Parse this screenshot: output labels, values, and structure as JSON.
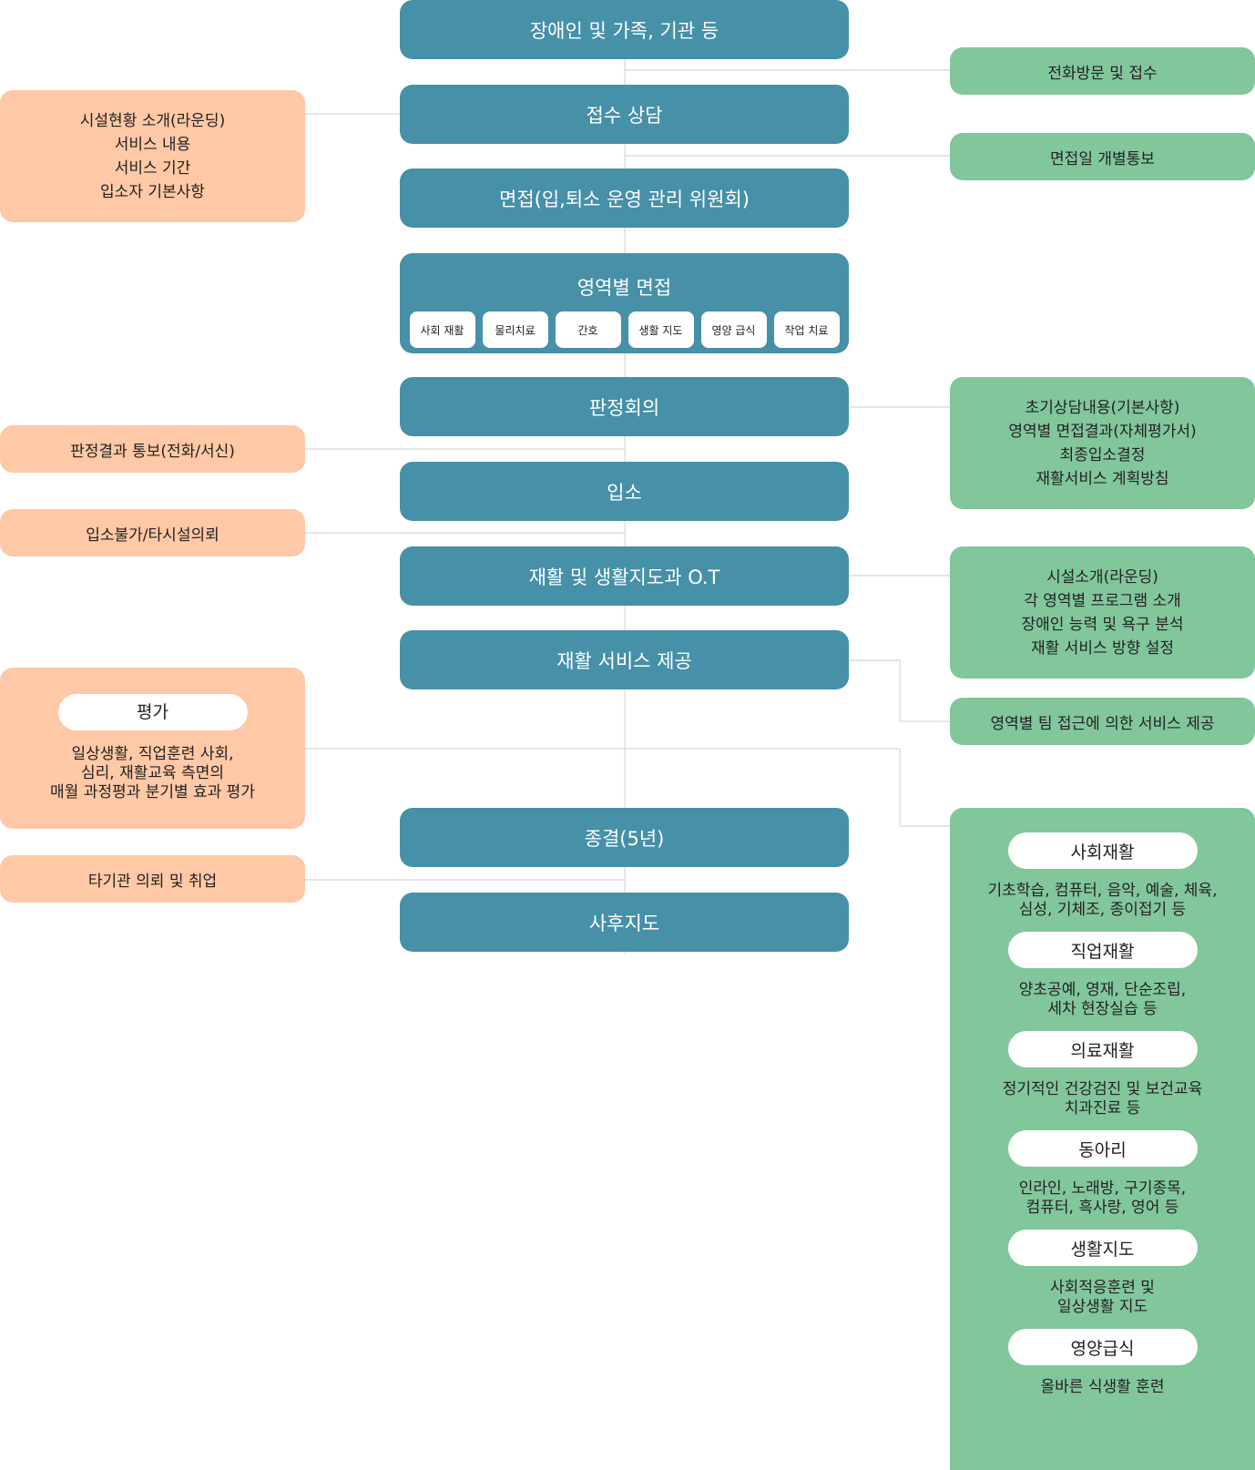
{
  "main_flow": [
    "장애인 및 가족, 기관 등",
    "접수 상담",
    "면접(입,퇴소 운영 관리 위원회)",
    "판정회의",
    "입소",
    "재활 및 생활지도과 O.T",
    "재활 서비스 제공",
    "종결(5년)",
    "사후지도"
  ],
  "domain_interview": {
    "title": "영역별 면접",
    "items": [
      "사회 재활",
      "물리치료",
      "간호",
      "생활 지도",
      "영양 급식",
      "작업 치료"
    ]
  },
  "left_notes": {
    "intake_info": [
      "시설현황 소개(라운딩)",
      "서비스 내용",
      "서비스 기간",
      "입소자 기본사항"
    ],
    "result_notice": "판정결과 통보(전화/서신)",
    "rejection": "입소불가/타시설의뢰",
    "evaluation": {
      "title": "평가",
      "lines": [
        "일상생활, 직업훈련 사회,",
        "심리, 재활교육 측면의",
        "매월 과정평과 분기별 효과 평가"
      ]
    },
    "referral": "타기관 의뢰 및 취업"
  },
  "right_notes": {
    "phone_visit": "전화방문 및 접수",
    "interview_notice": "면접일 개별통보",
    "decision_docs": [
      "초기상담내용(기본사항)",
      "영역별 면접결과(자체평가서)",
      "최종입소결정",
      "재활서비스 계획방침"
    ],
    "orientation": [
      "시설소개(라운딩)",
      "각 영역별 프로그램 소개",
      "장애인 능력 및 욕구 분석",
      "재활 서비스 방향 설정"
    ],
    "team_service": "영역별 팀 접근에 의한 서비스 제공",
    "services": [
      {
        "title": "사회재활",
        "lines": [
          "기초학습, 컴퓨터, 음악, 예술, 체육,",
          "심성, 기체조, 종이접기 등"
        ]
      },
      {
        "title": "직업재활",
        "lines": [
          "양초공예, 영재, 단순조립,",
          "세차 현장실습 등"
        ]
      },
      {
        "title": "의료재활",
        "lines": [
          "정기적인 건강검진 및 보건교육",
          "치과진료 등"
        ]
      },
      {
        "title": "동아리",
        "lines": [
          "인라인, 노래방, 구기종목,",
          "컴퓨터, 흑사랑, 영어 등"
        ]
      },
      {
        "title": "생활지도",
        "lines": [
          "사회적응훈련 및",
          "일상생활 지도"
        ]
      },
      {
        "title": "영양급식",
        "lines": [
          "올바른 식생활 훈련"
        ]
      }
    ]
  },
  "colors": {
    "main": "#4690a8",
    "peach": "#ffc8a6",
    "green": "#82c69c",
    "connector": "#d8d8d8"
  }
}
